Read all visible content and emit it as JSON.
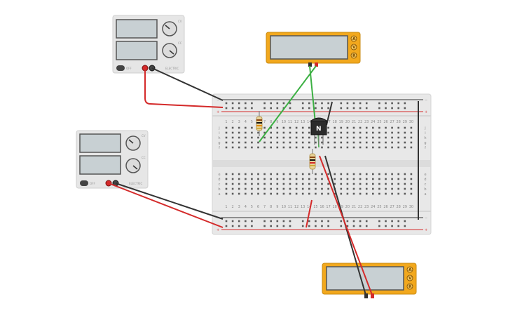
{
  "power_supplies": [
    {
      "id": "psu-top",
      "knob_labels": [
        "CV",
        "CC"
      ],
      "switch_label": "OFF",
      "brand": "ELECTRIC"
    },
    {
      "id": "psu-left",
      "knob_labels": [
        "CV",
        "CC"
      ],
      "switch_label": "OFF",
      "brand": "ELECTRIC"
    }
  ],
  "multimeters": [
    {
      "id": "mm-top",
      "buttons": [
        "A",
        "V",
        "R"
      ]
    },
    {
      "id": "mm-bottom",
      "buttons": [
        "A",
        "V",
        "R"
      ]
    }
  ],
  "breadboard": {
    "columns": 30,
    "row_letters_top": [
      "j",
      "i",
      "h",
      "g",
      "f"
    ],
    "row_letters_bottom": [
      "e",
      "d",
      "c",
      "b",
      "a"
    ],
    "rail_minus": "−",
    "rail_plus": "+"
  },
  "transistor": {
    "label": "N"
  },
  "colors": {
    "wire_red": "#d42a2a",
    "wire_black": "#333333",
    "wire_green": "#3cb043",
    "multimeter_body": "#f2a81d",
    "display": "#c8d0d3",
    "breadboard": "#e6e6e6"
  }
}
